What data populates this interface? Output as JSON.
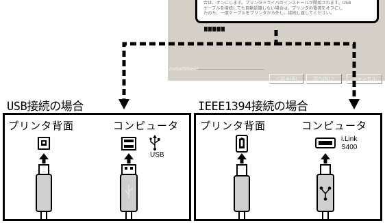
{
  "dialog": {
    "message": "合は、オンにします。プリンタドライバのインストールが開始されます。USB\nケーブルを接続しても自動認識しない場合は、プリンタの電源をオフにし\nたのち、一度ケーブルをプリンタから外し、接続し直してください。",
    "installshield_label": "InstallShield",
    "back_button": "＜戻る(B)",
    "next_button": "次へ(N)＞",
    "cancel_button": "キャンセル"
  },
  "usb_section": {
    "title": "USB接続の場合",
    "printer_label": "プリンタ背面",
    "computer_label": "コンピュータ",
    "port_label": "USB"
  },
  "ieee_section": {
    "title": "IEEE1394接続の場合",
    "printer_label": "プリンタ背面",
    "computer_label": "コンピュータ",
    "port_label": "i.Link\nS400"
  }
}
